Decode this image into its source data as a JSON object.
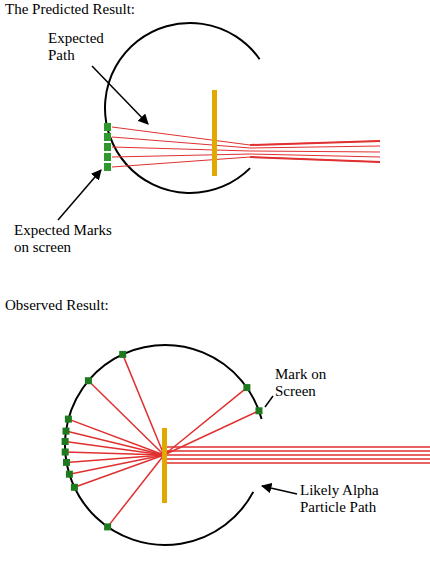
{
  "diagram": {
    "labels": [
      "The Predicted Result:",
      "Expected Path",
      "Expected Marks on screen",
      "Observed Result:",
      "Mark on Screen",
      "Likely Alpha Particle Path"
    ]
  }
}
